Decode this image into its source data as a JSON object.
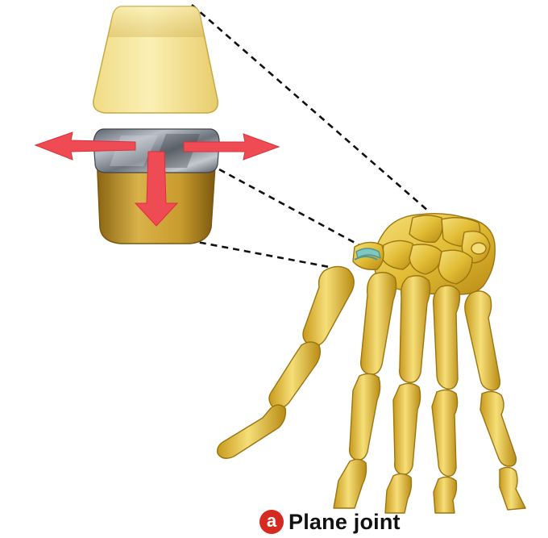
{
  "caption": {
    "badge": "a",
    "label": "Plane joint"
  },
  "colors": {
    "bone_light": "#f7e89a",
    "bone_mid": "#e5c33c",
    "bone_dark": "#b48a12",
    "cartilage": "#7fc7c0",
    "articular_surface": "#7a7f88",
    "arrow": "#ef4b55",
    "badge": "#d42a1f",
    "dashed_line": "#111111"
  },
  "icons": [
    "plane-joint-model",
    "movement-arrows",
    "hand-skeleton"
  ]
}
